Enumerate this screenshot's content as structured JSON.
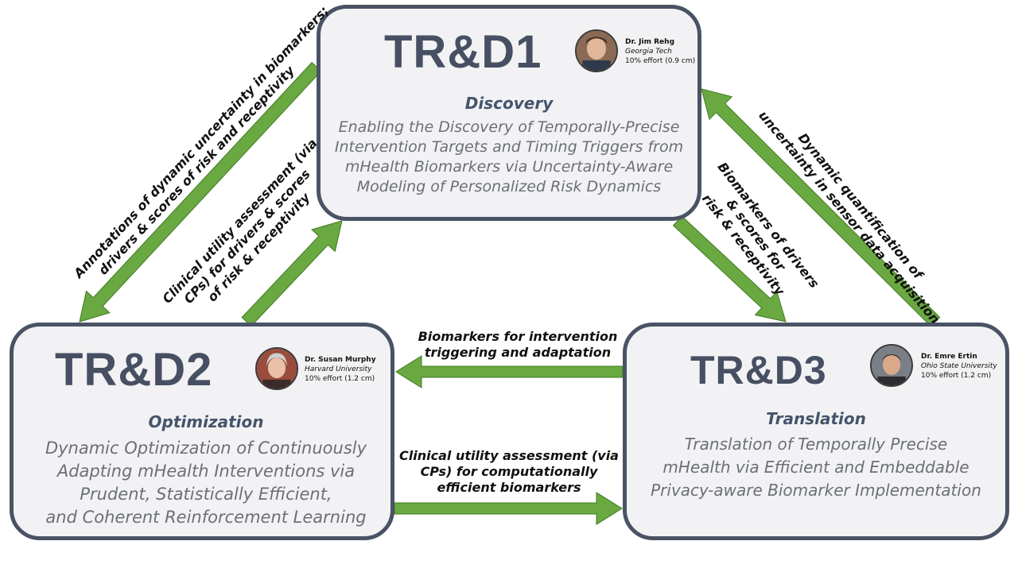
{
  "tiles": {
    "trd1": {
      "title": "TR&D1",
      "pi_name": "Dr. Jim Rehg",
      "pi_institution": "Georgia Tech",
      "pi_effort": "10% effort (0.9 cm)",
      "subtitle": "Discovery",
      "description": [
        "Enabling the Discovery of Temporally-Precise",
        "Intervention Targets and Timing Triggers from",
        "mHealth Biomarkers via Uncertainty-Aware",
        "Modeling of Personalized Risk Dynamics"
      ]
    },
    "trd2": {
      "title": "TR&D2",
      "pi_name": "Dr. Susan Murphy",
      "pi_institution": "Harvard University",
      "pi_effort": "10% effort (1.2 cm)",
      "subtitle": "Optimization",
      "description": [
        "Dynamic Optimization of Continuously",
        "Adapting mHealth Interventions via",
        "Prudent, Statistically Efficient,",
        "and Coherent Reinforcement Learning"
      ]
    },
    "trd3": {
      "title": "TR&D3",
      "pi_name": "Dr. Emre Ertin",
      "pi_institution": "Ohio State University",
      "pi_effort": "10% effort (1.2 cm)",
      "subtitle": "Translation",
      "description": [
        "Translation of Temporally Precise",
        "mHealth via Efficient and Embeddable",
        "Privacy-aware Biomarker Implementation"
      ]
    }
  },
  "flows": {
    "trd1_to_trd2": [
      "Annotations of dynamic uncertainty in biomarkers;",
      "drivers & scores of risk and receptivity"
    ],
    "trd2_to_trd1": [
      "Clinical utility assessment (via",
      "CPs) for drivers & scores",
      "of risk & receptivity"
    ],
    "trd1_to_trd3": [
      "Biomarkers of drivers",
      "& scores for",
      "risk & receptivity"
    ],
    "trd3_to_trd1": [
      "Dynamic quantification of",
      "uncertainty in sensor data acquisition"
    ],
    "trd3_to_trd2": [
      "Biomarkers for intervention",
      "triggering and adaptation"
    ],
    "trd2_to_trd3": [
      "Clinical utility assessment (via",
      "CPs) for computationally",
      "efficient biomarkers"
    ]
  },
  "colors": {
    "arrow": "#6aa841",
    "arrow_outline": "#3f7a22",
    "box_border": "#4a5365",
    "box_fill": "#f2f2f4",
    "title": "#475063"
  }
}
